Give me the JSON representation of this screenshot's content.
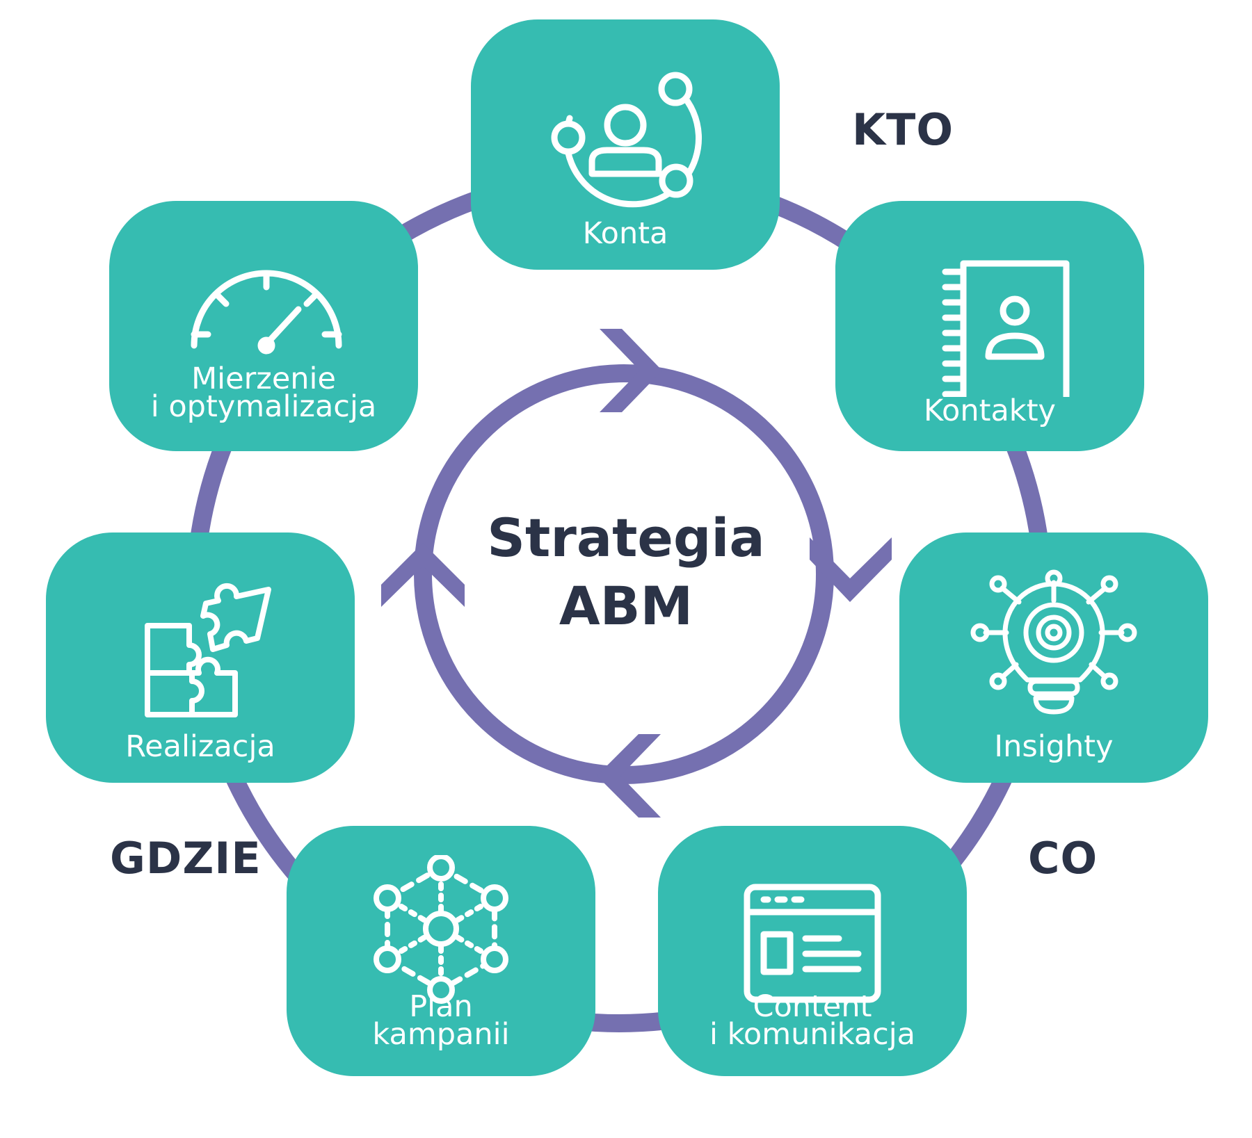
{
  "title": {
    "line1": "Strategia",
    "line2": "ABM"
  },
  "zones": {
    "kto": "KTO",
    "co": "CO",
    "gdzie": "GDZIE"
  },
  "cards": [
    {
      "lines": [
        "Konta"
      ],
      "icon": "account-network-icon"
    },
    {
      "lines": [
        "Kontakty"
      ],
      "icon": "contact-book-icon"
    },
    {
      "lines": [
        "Insighty"
      ],
      "icon": "lightbulb-gear-icon"
    },
    {
      "lines": [
        "Content",
        "i komunikacja"
      ],
      "icon": "browser-window-icon"
    },
    {
      "lines": [
        "Plan",
        "kampanii"
      ],
      "icon": "hub-network-icon"
    },
    {
      "lines": [
        "Realizacja"
      ],
      "icon": "puzzle-icon"
    },
    {
      "lines": [
        "Mierzenie",
        "i optymalizacja"
      ],
      "icon": "speedometer-icon"
    }
  ],
  "colors": {
    "card": "#36bcb1",
    "ring": "#7570b0",
    "text_dark": "#2b3347",
    "text_light": "#ffffff"
  }
}
